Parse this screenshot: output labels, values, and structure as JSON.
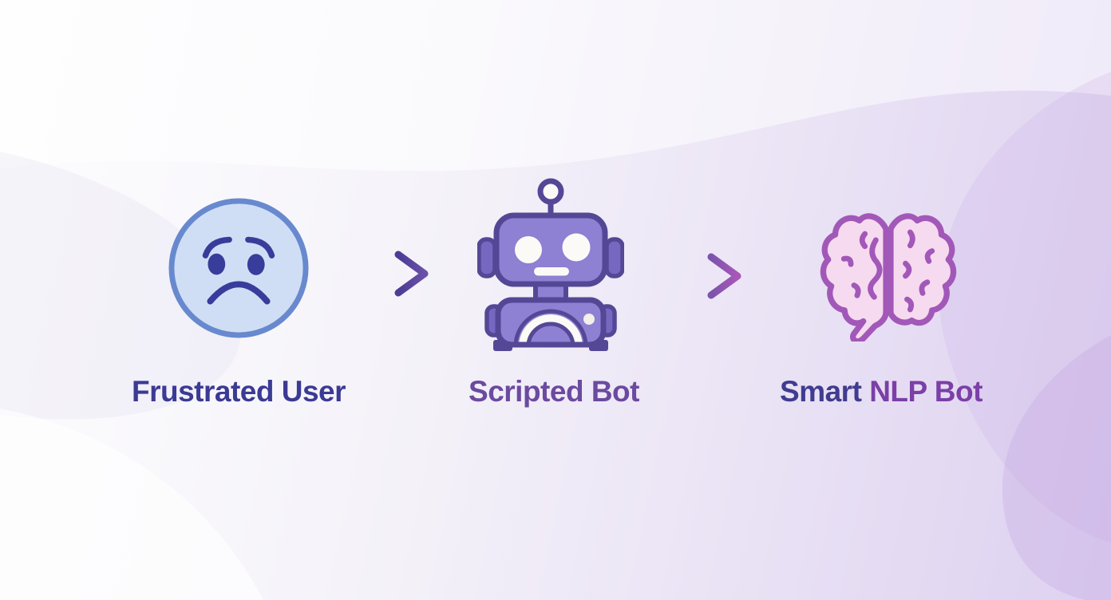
{
  "diagram": {
    "type": "flow",
    "nodes": [
      {
        "id": "frustrated-user",
        "icon": "frustrated-face-icon",
        "label_parts": [
          {
            "text": "Frustrated User",
            "color": "#3b3a94"
          }
        ]
      },
      {
        "id": "scripted-bot",
        "icon": "robot-icon",
        "label_parts": [
          {
            "text": "Scripted Bot",
            "color": "#6b4aa0"
          }
        ]
      },
      {
        "id": "smart-nlp-bot",
        "icon": "brain-icon",
        "label_parts": [
          {
            "text": "Smart ",
            "color": "#403c90"
          },
          {
            "text": "NLP Bot",
            "color": "#7b3fa7"
          }
        ]
      }
    ],
    "connectors": [
      {
        "from": "frustrated-user",
        "to": "scripted-bot",
        "icon": "arrow-right-icon",
        "color_start": "#4c3c93",
        "color_end": "#6a50a9"
      },
      {
        "from": "scripted-bot",
        "to": "smart-nlp-bot",
        "icon": "arrow-right-icon",
        "color_start": "#7b54ab",
        "color_end": "#a957b8"
      }
    ]
  },
  "palette": {
    "background_top_left": "#fdfdfe",
    "background_bottom_right": "#ddd1f0",
    "face_fill": "#d0def5",
    "face_stroke": "#6889ce",
    "face_features": "#383d9b",
    "robot_fill": "#8e80d2",
    "robot_outline": "#544896",
    "robot_accent": "#7668c0",
    "robot_face": "#fcfaf7",
    "brain_fill": "#f6daef",
    "brain_stroke": "#a258b8"
  }
}
